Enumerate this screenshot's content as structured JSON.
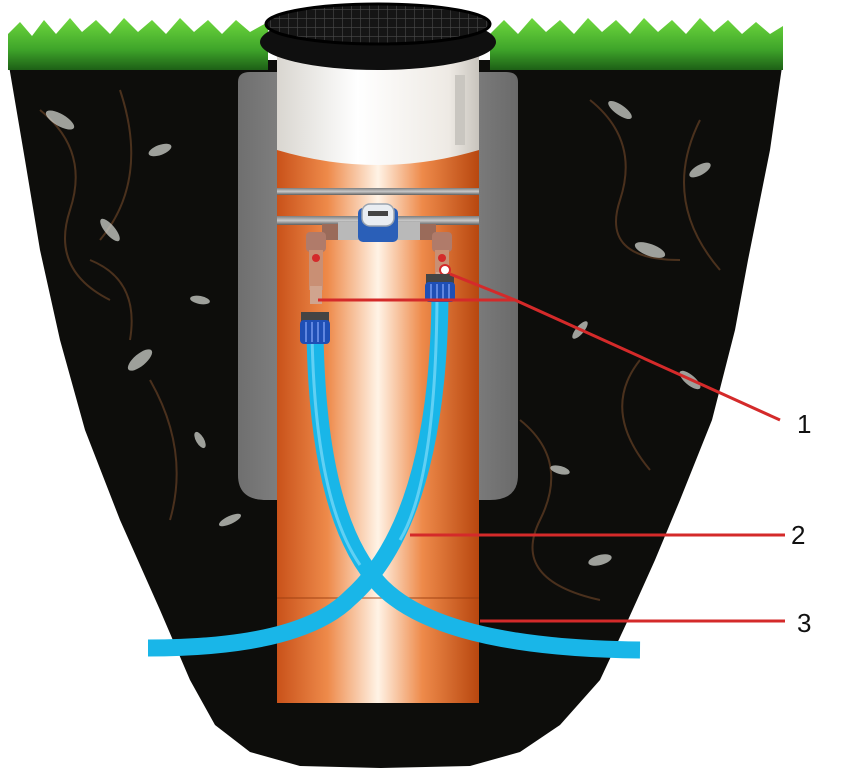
{
  "diagram": {
    "callouts": [
      {
        "id": "1",
        "label": "1"
      },
      {
        "id": "2",
        "label": "2"
      },
      {
        "id": "3",
        "label": "3"
      }
    ]
  },
  "colors": {
    "grass": "#3fa52a",
    "soil": "#0d0d0b",
    "casing_gray": "#8a8a8a",
    "pipe_orange": "#e8702a",
    "pipe_white": "#f4f1ec",
    "hose_blue": "#19b6e8",
    "fitting_blue": "#1f4fb5",
    "lid_black": "#141414",
    "leader_red": "#d42a2a"
  }
}
